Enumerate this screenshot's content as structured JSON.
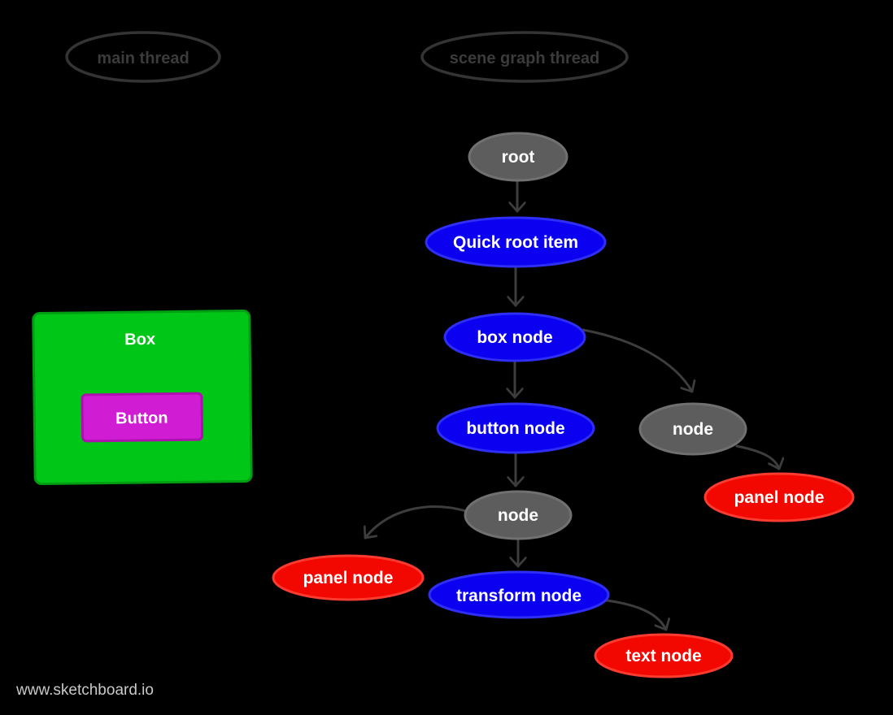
{
  "colors": {
    "background": "#000000",
    "edge": "#3d3d3d",
    "node-text": "#ffffff",
    "thread-stroke": "#343434",
    "thread-text": "#3b3b3b",
    "gray-fill": "#5d5d5d",
    "gray-stroke": "#707070",
    "blue-fill": "#0b00f0",
    "blue-stroke": "#2e2ef5",
    "red-fill": "#f20800",
    "red-stroke": "#fb3b30",
    "green-fill": "#00c617",
    "green-stroke": "#009e12",
    "magenta-fill": "#d01dd3",
    "magenta-stroke": "#ae10b0",
    "watermark": "#c9c9c9"
  },
  "threads": {
    "main": "main thread",
    "scene": "scene graph thread"
  },
  "ui_preview": {
    "box_label": "Box",
    "button_label": "Button"
  },
  "nodes": {
    "root": {
      "label": "root",
      "color": "gray"
    },
    "quick_root_item": {
      "label": "Quick root item",
      "color": "blue"
    },
    "box_node": {
      "label": "box node",
      "color": "blue"
    },
    "button_node": {
      "label": "button node",
      "color": "blue"
    },
    "node_right": {
      "label": "node",
      "color": "gray"
    },
    "panel_node_right": {
      "label": "panel node",
      "color": "red"
    },
    "node_mid": {
      "label": "node",
      "color": "gray"
    },
    "panel_node_left": {
      "label": "panel node",
      "color": "red"
    },
    "transform_node": {
      "label": "transform node",
      "color": "blue"
    },
    "text_node": {
      "label": "text node",
      "color": "red"
    }
  },
  "edges": [
    {
      "from": "root",
      "to": "quick_root_item"
    },
    {
      "from": "quick_root_item",
      "to": "box_node"
    },
    {
      "from": "box_node",
      "to": "button_node"
    },
    {
      "from": "box_node",
      "to": "node_right"
    },
    {
      "from": "node_right",
      "to": "panel_node_right"
    },
    {
      "from": "button_node",
      "to": "node_mid"
    },
    {
      "from": "node_mid",
      "to": "panel_node_left"
    },
    {
      "from": "node_mid",
      "to": "transform_node"
    },
    {
      "from": "transform_node",
      "to": "text_node"
    }
  ],
  "watermark": "www.sketchboard.io"
}
